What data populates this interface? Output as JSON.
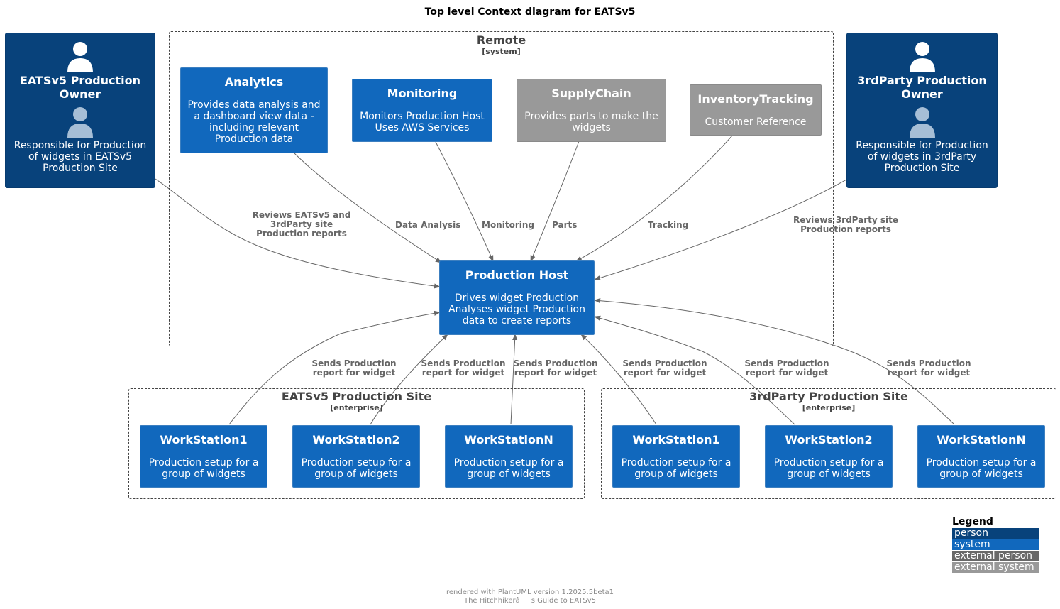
{
  "title": "Top level Context diagram for EATSv5",
  "colors": {
    "person": "#08427b",
    "system": "#1168bd",
    "external_person": "#686868",
    "external_system": "#999999",
    "edge": "#666666"
  },
  "boundaries": {
    "remote": {
      "name": "Remote",
      "type": "[system]"
    },
    "eatsv5_site": {
      "name": "EATSv5 Production Site",
      "type": "[enterprise]"
    },
    "thirdparty_site": {
      "name": "3rdParty Production Site",
      "type": "[enterprise]"
    }
  },
  "persons": {
    "eatsv5_owner": {
      "name": "EATSv5 Production Owner",
      "desc": "Responsible for Production of widgets in EATSv5 Production Site",
      "icon": "person-icon"
    },
    "thirdparty_owner": {
      "name": "3rdParty Production Owner",
      "desc": "Responsible for Production of widgets in 3rdParty Production Site",
      "icon": "person-icon"
    }
  },
  "systems": {
    "analytics": {
      "name": "Analytics",
      "desc": "Provides data analysis and a dashboard view data - including relevant Production data"
    },
    "monitoring": {
      "name": "Monitoring",
      "desc": "Monitors Production Host Uses AWS Services"
    },
    "supplychain": {
      "name": "SupplyChain",
      "desc": "Provides parts to make the widgets"
    },
    "inventory": {
      "name": "InventoryTracking",
      "desc": "Customer Reference"
    },
    "production_host": {
      "name": "Production Host",
      "desc": "Drives widget Production Analyses widget Production data to create reports"
    }
  },
  "workstations": {
    "eatsv5": [
      {
        "name": "WorkStation1",
        "desc": "Production setup for a group of widgets"
      },
      {
        "name": "WorkStation2",
        "desc": "Production setup for a group of widgets"
      },
      {
        "name": "WorkStationN",
        "desc": "Production setup for a group of widgets"
      }
    ],
    "thirdparty": [
      {
        "name": "WorkStation1",
        "desc": "Production setup for a group of widgets"
      },
      {
        "name": "WorkStation2",
        "desc": "Production setup for a group of widgets"
      },
      {
        "name": "WorkStationN",
        "desc": "Production setup for a group of widgets"
      }
    ]
  },
  "edges": {
    "eatsv5_owner": "Reviews EATSv5 and 3rdParty site Production reports",
    "analytics": "Data Analysis",
    "monitoring": "Monitoring",
    "supplychain": "Parts",
    "inventory": "Tracking",
    "thirdparty_owner": "Reviews 3rdParty site Production reports",
    "sends": "Sends Production report for widget"
  },
  "legend": {
    "title": "Legend",
    "items": [
      "person",
      "system",
      "external person",
      "external system"
    ]
  },
  "footer": {
    "line1": "rendered with PlantUML version 1.2025.5beta1",
    "line2": "The Hitchhikerâs Guide to EATSv5"
  }
}
